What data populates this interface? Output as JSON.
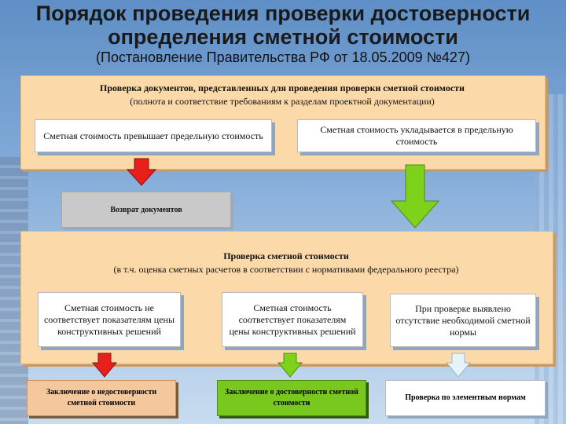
{
  "title": {
    "line1": "Порядок проведения проверки достоверности",
    "line2": "определения сметной стоимости"
  },
  "subtitle": "(Постановление Правительства РФ от 18.05.2009 №427)",
  "panel1": {
    "heading": "Проверка документов, представленных для проведения проверки сметной стоимости",
    "subheading": "(полнота и соответствие требованиям к разделам проектной документации)",
    "box_left": "Сметная стоимость превышает предельную стоимость",
    "box_right": "Сметная стоимость укладывается в предельную стоимость"
  },
  "return_box": "Возврат документов",
  "panel2": {
    "heading": "Проверка сметной стоимости",
    "subheading": "(в т.ч. оценка сметных расчетов в соответствии с нормативами федерального реестра)",
    "box1": "Сметная стоимость не соответствует показателям цены конструктивных решений",
    "box2": "Сметная стоимость соответствует показателям цены конструктивных решений",
    "box3": "При проверке выявлено отсутствие необходимой сметной нормы"
  },
  "outputs": {
    "unreliable": "Заключение о недостоверности сметной стоимости",
    "reliable": "Заключение о достоверности сметной стоимости",
    "element_norms": "Проверка по элементным нормам"
  },
  "colors": {
    "panel": "#fbd9a8",
    "red_arrow": "#e8201c",
    "green_arrow": "#7fd21c",
    "light_arrow": "#e6f3fb",
    "unreliable_bg": "#f5c79c",
    "reliable_bg": "#78c81e",
    "element_bg": "#ffffff"
  }
}
